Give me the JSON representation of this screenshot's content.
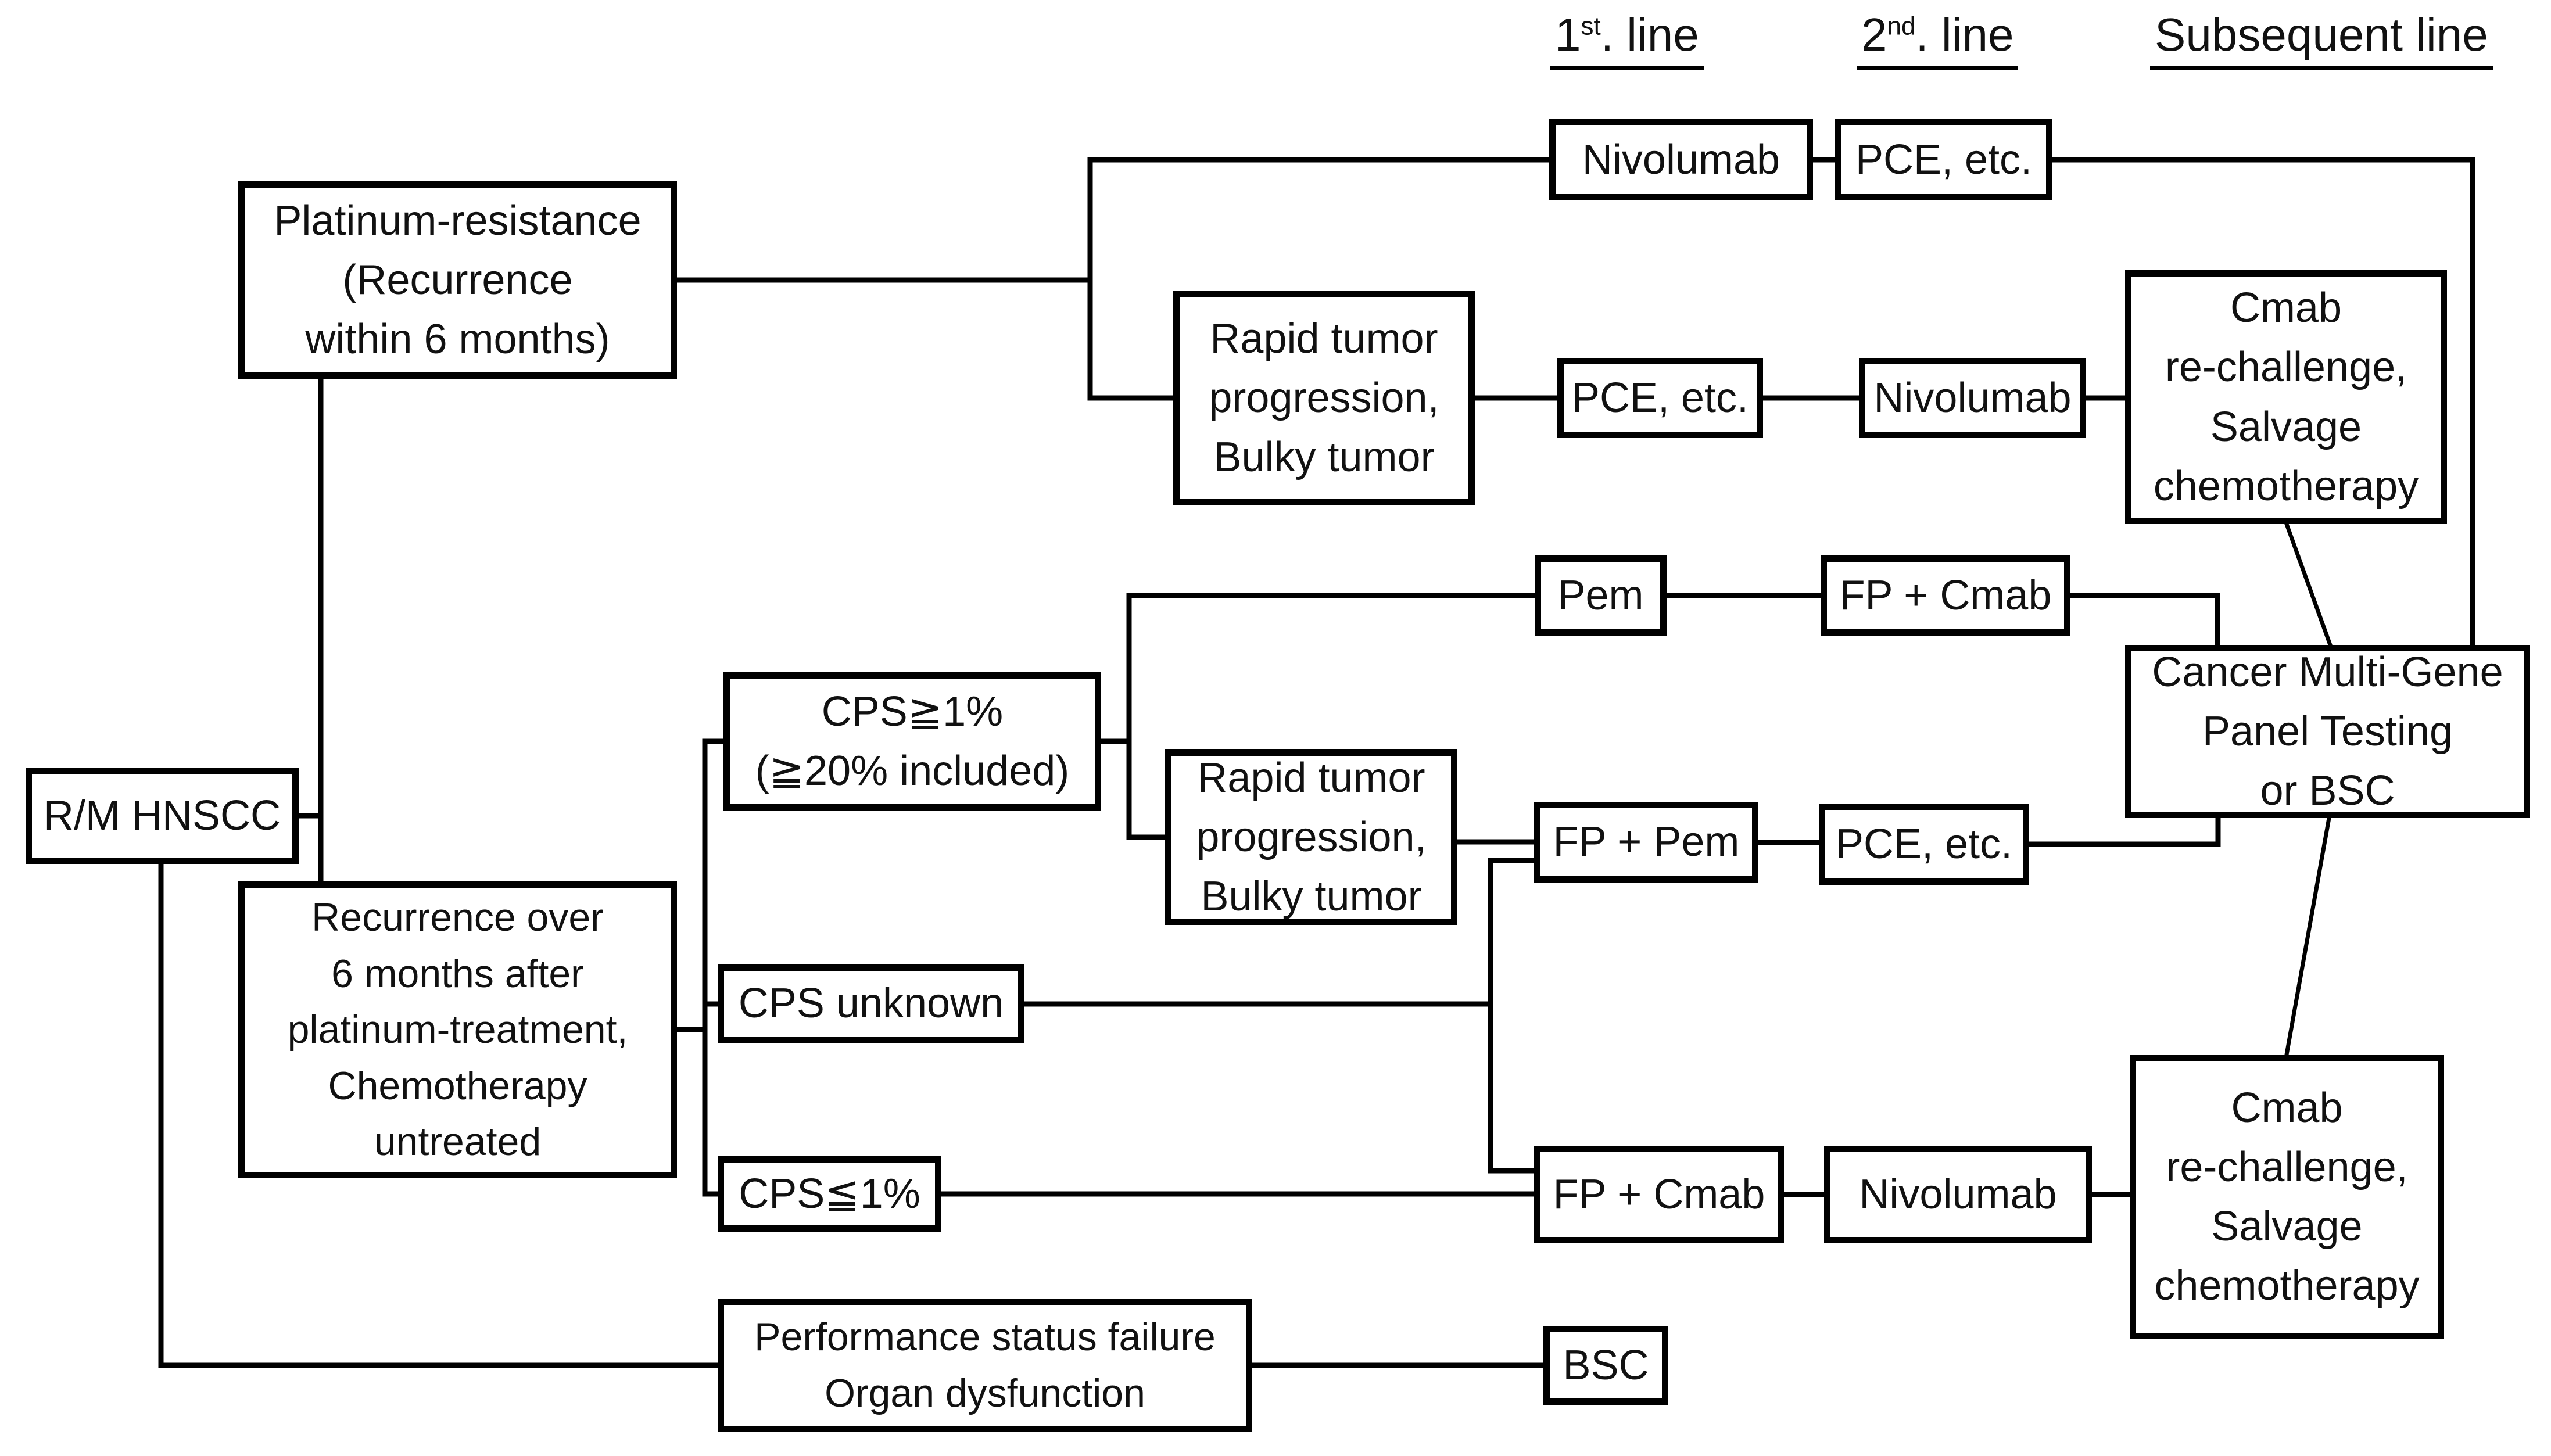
{
  "headers": {
    "first": {
      "num": "1",
      "sup": "st",
      "rest": ". line"
    },
    "second": {
      "num": "2",
      "sup": "nd",
      "rest": ". line"
    },
    "subsequent": "Subsequent line"
  },
  "boxes": {
    "rm_hnscc": "R/M HNSCC",
    "platinum_resistance": "Platinum-resistance\n(Recurrence\nwithin 6 months)",
    "recurrence_over_6m": "Recurrence over\n6 months after\nplatinum-treatment,\nChemotherapy\nuntreated",
    "performance_failure": "Performance status failure\nOrgan dysfunction",
    "cps_high": "CPS≧1%\n(≧20% included)",
    "cps_unknown": "CPS unknown",
    "cps_low": "CPS≦1%",
    "rapid_tumor_top": "Rapid tumor\nprogression,\nBulky tumor",
    "rapid_tumor_mid": "Rapid tumor\nprogression,\nBulky tumor",
    "nivolumab_a": "Nivolumab",
    "pce_a": "PCE, etc.",
    "pce_b": "PCE, etc.",
    "nivolumab_b": "Nivolumab",
    "pem_c": "Pem",
    "fp_cmab_c": "FP + Cmab",
    "fp_pem_d": "FP + Pem",
    "pce_d": "PCE, etc.",
    "fp_cmab_e": "FP + Cmab",
    "nivolumab_e": "Nivolumab",
    "bsc": "BSC",
    "cmab_rechallenge_top": "Cmab\nre-challenge,\nSalvage\nchemotherapy",
    "cancer_panel": "Cancer Multi-Gene\nPanel Testing\nor BSC",
    "cmab_rechallenge_bottom": "Cmab\nre-challenge,\nSalvage\nchemotherapy"
  },
  "colors": {
    "line": "#000000",
    "text": "#111111",
    "background": "#ffffff"
  }
}
